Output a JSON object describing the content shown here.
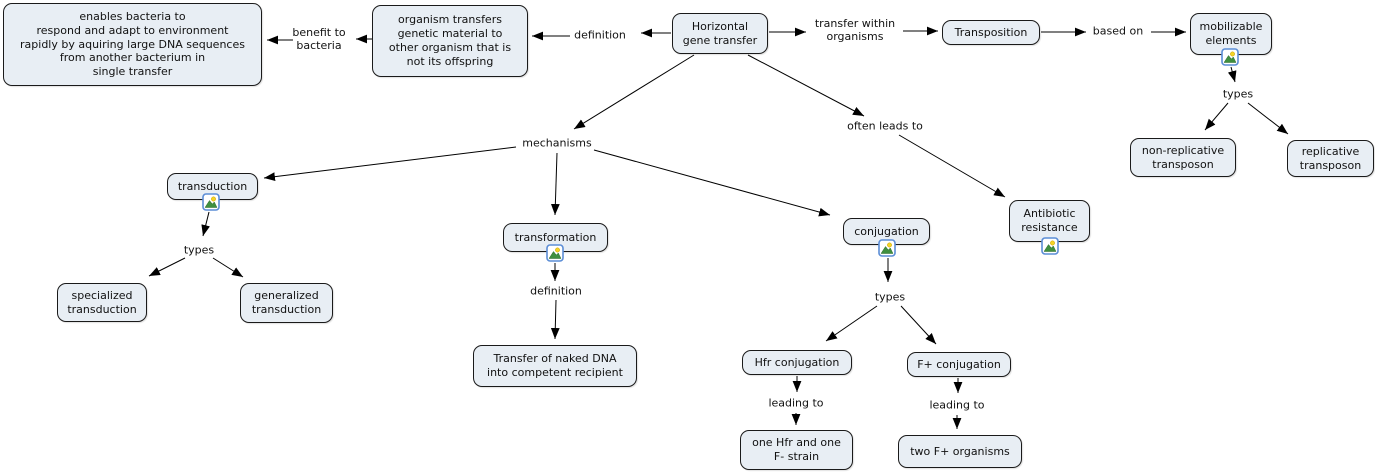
{
  "colors": {
    "node_fill": "#e8eef4",
    "node_border": "#1a1a1a",
    "line": "#000000",
    "icon_border": "#5b8dd6",
    "icon_sun": "#f5d327",
    "icon_mountain": "#3f8f3f"
  },
  "nodes": {
    "enables": {
      "label": "enables bacteria to\nrespond and adapt to environment\nrapidly by aquiring large DNA sequences\nfrom another bacterium in\nsingle transfer"
    },
    "organism_transfers": {
      "label": "organism transfers\ngenetic material to\nother organism that is\nnot its offspring"
    },
    "hgt": {
      "label": "Horizontal\ngene transfer"
    },
    "transposition": {
      "label": "Transposition"
    },
    "mobilizable": {
      "label": "mobilizable\nelements"
    },
    "non_replicative": {
      "label": "non-replicative\ntransposon"
    },
    "replicative": {
      "label": "replicative\ntransposon"
    },
    "transduction": {
      "label": "transduction"
    },
    "specialized": {
      "label": "specialized\ntransduction"
    },
    "generalized": {
      "label": "generalized\ntransduction"
    },
    "transformation": {
      "label": "transformation"
    },
    "naked_dna": {
      "label": "Transfer of naked DNA\ninto competent recipient"
    },
    "conjugation": {
      "label": "conjugation"
    },
    "antibiotic": {
      "label": "Antibiotic\nresistance"
    },
    "hfr": {
      "label": "Hfr conjugation"
    },
    "f_plus": {
      "label": "F+ conjugation"
    },
    "one_hfr": {
      "label": "one Hfr and one\nF- strain"
    },
    "two_f": {
      "label": "two F+ organisms"
    }
  },
  "links": {
    "benefit": {
      "label": "benefit to\nbacteria"
    },
    "definition_top": {
      "label": "definition"
    },
    "transfer_within": {
      "label": "transfer within\norganisms"
    },
    "based_on": {
      "label": "based on"
    },
    "types_right": {
      "label": "types"
    },
    "mechanisms": {
      "label": "mechanisms"
    },
    "often_leads": {
      "label": "often leads to"
    },
    "types_left": {
      "label": "types"
    },
    "definition_mid": {
      "label": "definition"
    },
    "types_mid": {
      "label": "types"
    },
    "leading_left": {
      "label": "leading to"
    },
    "leading_right": {
      "label": "leading to"
    }
  },
  "icons": {
    "resource": "image-resource-icon"
  }
}
